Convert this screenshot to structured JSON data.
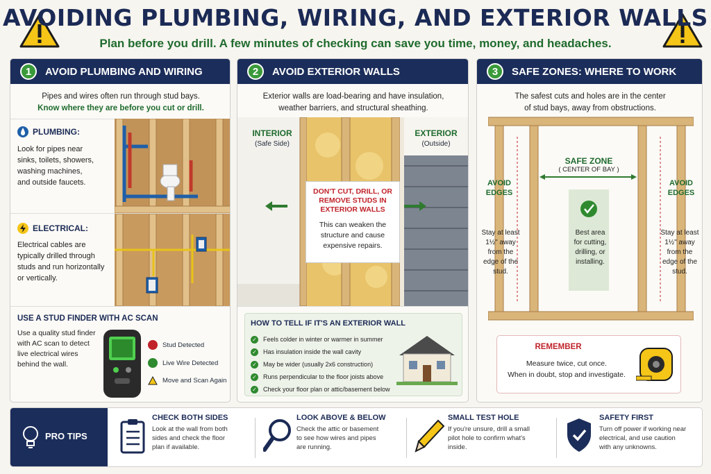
{
  "header": {
    "title": "AVOIDING PLUMBING, WIRING, AND EXTERIOR WALLS",
    "subtitle": "Plan before you drill. A few minutes of checking can save you time, money, and headaches."
  },
  "panel1": {
    "number": "1",
    "title": "AVOID PLUMBING AND WIRING",
    "intro1": "Pipes and wires often run through stud bays.",
    "intro2": "Know where they are before you cut or drill.",
    "plumbing": {
      "heading": "PLUMBING:",
      "text": [
        "Look for pipes near",
        "sinks, toilets, showers,",
        "washing machines,",
        "and outside faucets."
      ]
    },
    "electrical": {
      "heading": "ELECTRICAL:",
      "text": [
        "Electrical cables are",
        "typically drilled through",
        "studs and run horizontally",
        "or vertically."
      ]
    },
    "studfinder": {
      "heading": "USE A STUD FINDER WITH AC SCAN",
      "text": [
        "Use a quality stud finder",
        "with AC scan to detect",
        "live electrical wires",
        "behind the wall."
      ],
      "legend": [
        "Stud Detected",
        "Live Wire Detected",
        "Move and Scan Again"
      ]
    }
  },
  "panel2": {
    "number": "2",
    "title": "AVOID EXTERIOR WALLS",
    "intro": [
      "Exterior walls are load-bearing and have insulation,",
      "weather barriers, and structural sheathing."
    ],
    "interior_label": "INTERIOR",
    "interior_sub": "(Safe Side)",
    "exterior_label": "EXTERIOR",
    "exterior_sub": "(Outside)",
    "warning": [
      "DON'T CUT, DRILL, OR",
      "REMOVE STUDS IN",
      "EXTERIOR WALLS"
    ],
    "warning_text": [
      "This can weaken the",
      "structure and cause",
      "expensive repairs."
    ],
    "howto": {
      "heading": "HOW TO TELL IF IT'S AN EXTERIOR WALL",
      "items": [
        "Feels colder in winter or warmer in summer",
        "Has insulation inside the wall cavity",
        "May be wider (usually 2x6 construction)",
        "Runs perpendicular to the floor joists above",
        "Check your floor plan or attic/basement below"
      ]
    }
  },
  "panel3": {
    "number": "3",
    "title": "SAFE ZONES: WHERE TO WORK",
    "intro": [
      "The safest cuts and holes are in the center",
      "of stud bays, away from obstructions."
    ],
    "safe_zone": "SAFE ZONE",
    "safe_zone_sub": "( CENTER OF BAY )",
    "avoid_left": [
      "AVOID",
      "EDGES"
    ],
    "avoid_right": [
      "AVOID",
      "EDGES"
    ],
    "stay_left": [
      "Stay at least",
      "1½\" away",
      "from the",
      "edge of the",
      "stud."
    ],
    "stay_right": [
      "Stay at least",
      "1½\" away",
      "from the",
      "edge of the",
      "stud."
    ],
    "best_area": [
      "Best area",
      "for cutting,",
      "drilling, or",
      "installing."
    ],
    "remember": {
      "heading": "REMEMBER",
      "line1": "Measure twice, cut once.",
      "line2": "When in doubt, stop and investigate."
    }
  },
  "tips": {
    "heading": "PRO TIPS",
    "items": [
      {
        "title": "CHECK BOTH SIDES",
        "text": [
          "Look at the wall from both",
          "sides and check the floor",
          "plan if available."
        ]
      },
      {
        "title": "LOOK  ABOVE & BELOW",
        "text": [
          "Check the attic or basement",
          "to see how wires and pipes",
          "are running."
        ]
      },
      {
        "title": "SMALL TEST HOLE",
        "text": [
          "If you're unsure, drill a small",
          "pilot hole to confirm what's",
          "inside."
        ]
      },
      {
        "title": "SAFETY FIRST",
        "text": [
          "Turn off power if working near",
          "electrical, and use caution",
          "with any unknowns."
        ]
      }
    ]
  },
  "colors": {
    "navy": "#1b2d5a",
    "green": "#2f8a2f",
    "red": "#c0232a",
    "wood": "#d9b57a",
    "warning_yellow": "#f5c518"
  }
}
